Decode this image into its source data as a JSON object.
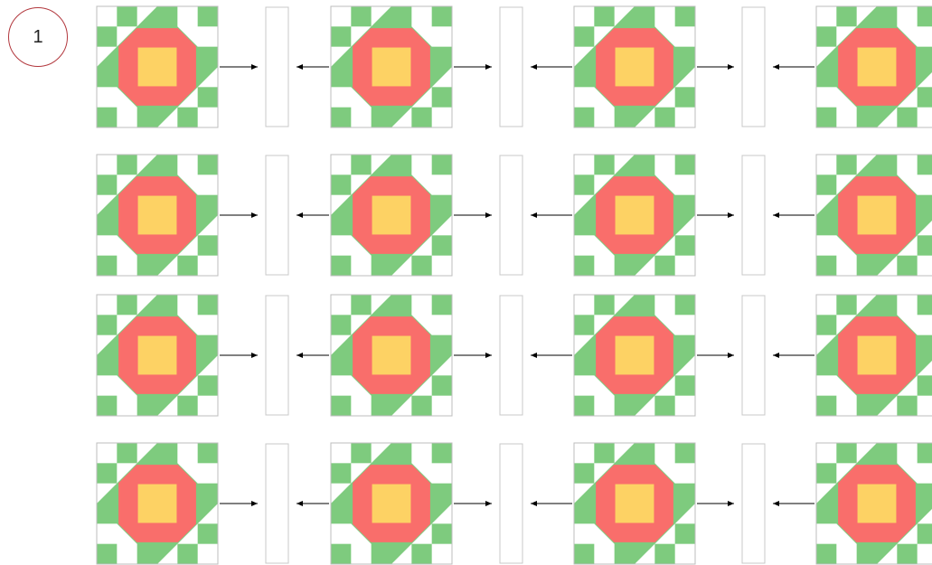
{
  "badge": {
    "label": "1"
  },
  "colors": {
    "tile_green": "#7ecb7e",
    "tile_red": "#f96e6b",
    "tile_yellow": "#fdd264",
    "tile_border": "#bdbdbd",
    "slot_border": "#c8c8c8",
    "arrow": "#000000",
    "badge_border": "#b2373d"
  },
  "grid": {
    "rows": 4,
    "tiles_per_row": 4,
    "slots_per_row": 3
  }
}
